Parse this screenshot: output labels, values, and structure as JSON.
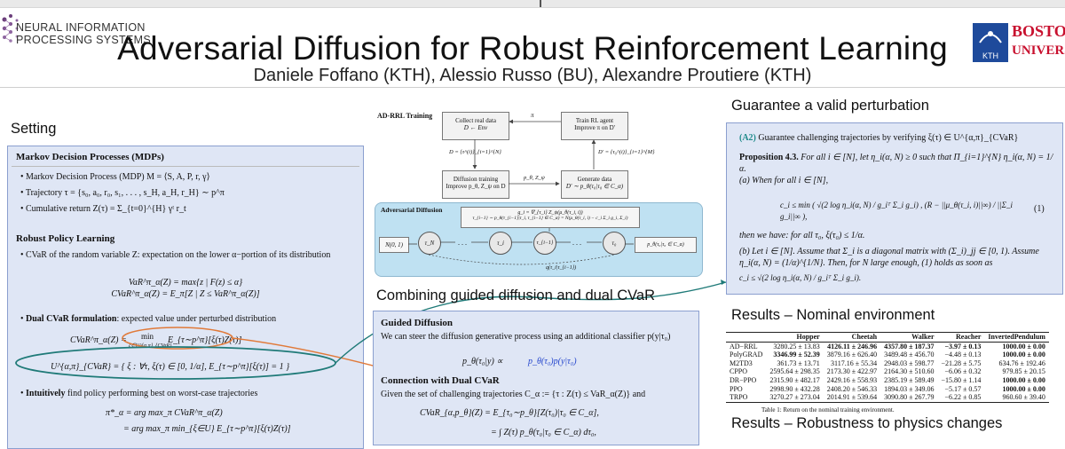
{
  "header": {
    "logo_lines": [
      "NEURAL INFORMATION",
      "PROCESSING SYSTEMS"
    ],
    "title": "Adversarial Diffusion for Robust Reinforcement Learning",
    "authors": "Daniele Foffano (KTH), Alessio Russo (BU), Alexandre Proutiere (KTH)",
    "kth_logo": "KTH",
    "boston_lines": [
      "BOSTO",
      "UNIVERS"
    ]
  },
  "setting": {
    "heading": "Setting",
    "mdp_title": "Markov Decision Processes (MDPs)",
    "mdp_items": [
      "Markov Decision Process (MDP) M = ⟨S, A, P, r, γ⟩",
      "Trajectory τ = {s₀, a₀, r₀, s₁, . . . , s_H, a_H, r_H} ∼ p^π",
      "Cumulative return Z(τ) = Σ_{t=0}^{H} γᵗ r_t"
    ],
    "rpl_title": "Robust Policy Learning",
    "cvar_item": "CVaR of the random variable Z: expectation on the lower α−portion of its distribution",
    "var_def": "VaR^π_α(Z) = max{z | F(z) ≤ α}",
    "cvar_def": "CVaR^π_α(Z) = E_π[Z | Z ≤ VaR^π_α(Z)]",
    "dual_title": "Dual CVaR formulation",
    "dual_rest": ": expected value under perturbed distribution",
    "dual_formula_lhs": "CVaR^π_α(Z) =",
    "dual_min": "min",
    "dual_sub": "ξ∈U^{α,π}_{CVaR}",
    "dual_expect": "E_{τ∼p^π}[ξ(τ)Z(τ)]",
    "uncertainty_set": "U^{α,π}_{CVaR} = { ξ : ∀τ, ξ(τ) ∈ [0, 1/α], E_{τ∼p^π}[ξ(τ)] = 1 }",
    "intuition_bold": "Intuitively",
    "intuition_rest": " find policy performing best on worst-case trajectories",
    "pi_star": "π*_α = arg max_π CVaR^π_α(Z)",
    "pi_star2": "= arg max_π min_{ξ∈U} E_{τ∼p^π}[ξ(τ)Z(τ)]"
  },
  "diagram": {
    "title": "AD-RRL Training",
    "collect_line1": "Collect real data",
    "collect_line2": "D ← Env",
    "train_line1": "Train RL agent",
    "train_line2": "Improve π on D'",
    "diffusion_line1": "Diffusion training",
    "diffusion_line2": "Improve p_θ, Z_ψ on D",
    "generate_line1": "Generate data",
    "generate_line2": "D' ∼ p_θ(τ₀|τ₀ ∈ C_α)",
    "arrow_pi": "π",
    "arrow_d": "D = {τ^(i)}_{i=1}^{N}",
    "arrow_dprime": "D' = {τ₀^(i)}_{i=1}^{M}",
    "arrow_ptheta": "p_θ, Z_ψ",
    "adv_title": "Adversarial Diffusion",
    "eq_line1": "g_i = ∇_{τ_i} Z_ψ(μ_θ(τ_i, i))",
    "eq_line2": "τ_{i−1} ∼ p_θ(τ_{i−1}|τ_i, τ_{i−1} ∈ C_α) = N(μ_θ(τ_i, i) − c_i Σ_i g_i, Σ_i)",
    "normal": "N(0, 1)",
    "node_labels": [
      "τ_N",
      "τ_i",
      "τ_{i−1}",
      "τ₀"
    ],
    "ellipsis": ". . .",
    "final": "p_θ(τ₀|τ₀ ∈ C_α)",
    "q_label": "q(τ_i|τ_{i−1})"
  },
  "guided": {
    "heading": "Combining guided diffusion and dual CVaR",
    "gd_title": "Guided Diffusion",
    "gd_text": "We can steer the diffusion generative process using an additional classifier p(y|τ₀)",
    "gd_formula_lhs": "p_θ(τ₀|y) ∝",
    "gd_formula_rhs": "p_θ(τ₀)p(y|τ₀)",
    "conn_title": "Connection with Dual CVaR",
    "conn_text": "Given the set of challenging trajectories C_α := {τ : Z(τ) ≤ VaR_α(Z)} and",
    "conn_formula1": "CVaR_{α,p_θ}(Z) = E_{τ₀∼p_θ}[Z(τ₀)|τ₀ ∈ C_α],",
    "conn_formula2": "= ∫ Z(τ) p_θ(τ₀|τ₀ ∈ C_α) dτ₀,"
  },
  "guarantee": {
    "heading": "Guarantee a valid perturbation",
    "a2_label": "(A2)",
    "a2_text": "Guarantee challenging trajectories by verifying ξ(τ) ∈ U^{α,π}_{CVaR}",
    "prop_label": "Proposition 4.3.",
    "prop_text": "For all i ∈ [N], let η_i(α, N) ≥ 0 such that Π_{i=1}^{N} η_i(α, N) = 1/α.",
    "part_a": "(a) When for all i ∈ [N],",
    "ci_formula": "c_i ≤ min ( √(2 log η_i(α, N) / g_iᵀ Σ_i g_i) , (R − ||μ_θ(τ_i, i)||∞) / ||Σ_i g_i||∞ ),",
    "eq_num": "(1)",
    "then_text": "then we have: for all τ₀, ξ(τ₀) ≤ 1/α.",
    "part_b": "(b) Let i ∈ [N]. Assume that Σ_i is a diagonal matrix with (Σ_i)_jj ∈ [0, 1). Assume η_i(α, N) = (1/α)^{1/N}. Then, for N large enough, (1) holds as soon as",
    "part_b_formula": "c_i ≤ √(2 log η_i(α, N) / g_iᵀ Σ_i g_i)."
  },
  "results": {
    "heading": "Results – Nominal environment",
    "columns": [
      "",
      "Hopper",
      "Cheetah",
      "Walker",
      "Reacher",
      "InvertedPendulum"
    ],
    "rows": [
      {
        "cells": [
          "AD−RRL",
          "3280.25 ± 13.83",
          "4126.11 ± 246.96",
          "4357.80 ± 187.37",
          "−3.97 ± 0.13",
          "1000.00 ± 0.00"
        ],
        "bold": [
          false,
          false,
          true,
          true,
          true,
          true
        ]
      },
      {
        "cells": [
          "PolyGRAD",
          "3346.99 ± 52.39",
          "3879.16 ± 626.40",
          "3489.48 ± 456.70",
          "−4.48 ± 0.13",
          "1000.00 ± 0.00"
        ],
        "bold": [
          false,
          true,
          false,
          false,
          false,
          true
        ]
      },
      {
        "cells": [
          "M2TD3",
          "361.73 ± 13.71",
          "3117.16 ± 55.34",
          "2948.03 ± 598.77",
          "−21.28 ± 5.75",
          "634.76 ± 192.46"
        ],
        "bold": [
          false,
          false,
          false,
          false,
          false,
          false
        ]
      },
      {
        "cells": [
          "CPPO",
          "2595.64 ± 298.35",
          "2173.30 ± 422.97",
          "2164.30 ± 510.60",
          "−6.06 ± 0.32",
          "979.85 ± 20.15"
        ],
        "bold": [
          false,
          false,
          false,
          false,
          false,
          false
        ]
      },
      {
        "cells": [
          "DR−PPO",
          "2315.90 ± 482.17",
          "2429.16 ± 558.93",
          "2385.19 ± 589.49",
          "−15.80 ± 1.14",
          "1000.00 ± 0.00"
        ],
        "bold": [
          false,
          false,
          false,
          false,
          false,
          true
        ]
      },
      {
        "cells": [
          "PPO",
          "2998.90 ± 432.28",
          "2408.20 ± 546.33",
          "1894.03 ± 349.06",
          "−5.17 ± 0.57",
          "1000.00 ± 0.00"
        ],
        "bold": [
          false,
          false,
          false,
          false,
          false,
          true
        ]
      },
      {
        "cells": [
          "TRPO",
          "3270.27 ± 273.04",
          "2014.91 ± 539.64",
          "3090.80 ± 267.79",
          "−6.22 ± 0.85",
          "960.60 ± 39.40"
        ],
        "bold": [
          false,
          false,
          false,
          false,
          false,
          false
        ]
      }
    ],
    "caption": "Table 1: Return on the nominal training environment.",
    "heading2": "Results – Robustness to physics changes"
  }
}
